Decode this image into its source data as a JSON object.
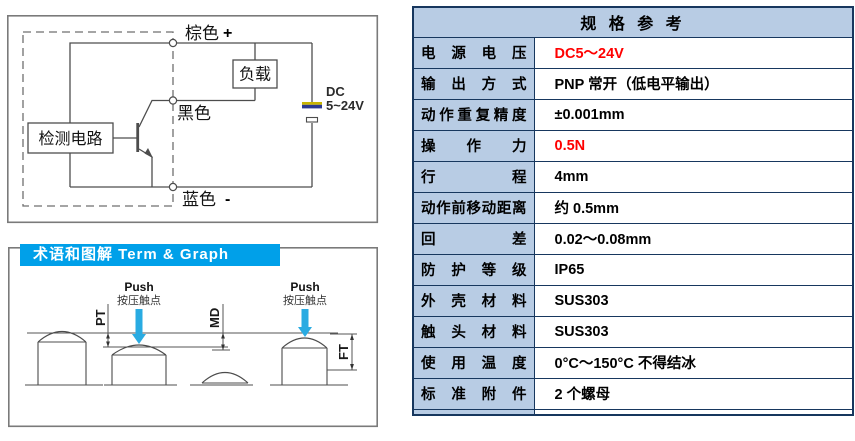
{
  "colors": {
    "accent_red": "#ff0000",
    "header_blue": "#b8cce4",
    "border_navy": "#17375e",
    "banner_cyan": "#00a0e9",
    "push_arrow_cyan": "#29abe2",
    "line_gray": "#4d4d4d",
    "frame_gray": "#7a7a7a",
    "battery_yellow": "#c8b400",
    "battery_blue": "#2b3990"
  },
  "wiring_diagram": {
    "brown_wire_label": "棕色",
    "brown_wire_sign": "+",
    "black_wire_label": "黑色",
    "blue_wire_label": "蓝色",
    "blue_wire_sign": "-",
    "load_label": "负载",
    "detector_label": "检测电路",
    "supply_label_line1": "DC",
    "supply_label_line2": "5~24V"
  },
  "term_graph": {
    "banner_title": "术语和图解 Term & Graph",
    "push_label_en": "Push",
    "push_label_zh": "按压触点",
    "dim_pt": "PT",
    "dim_md": "MD",
    "dim_ft": "FT"
  },
  "spec_table": {
    "title": "规 格 参 考",
    "rows": [
      {
        "label": "电源电压",
        "value": "DC5～24V",
        "highlight": true
      },
      {
        "label": "输出方式",
        "value": "PNP 常开（低电平输出）",
        "highlight": false
      },
      {
        "label": "动作重复精度",
        "value": "±0.001mm",
        "highlight": false
      },
      {
        "label": "操作力",
        "value": "0.5N",
        "highlight": true
      },
      {
        "label": "行程",
        "value": "4mm",
        "highlight": false
      },
      {
        "label": "动作前移动距离",
        "value": "约 0.5mm",
        "highlight": false
      },
      {
        "label": "回差",
        "value": "0.02～0.08mm",
        "highlight": false
      },
      {
        "label": "防护等级",
        "value": "IP65",
        "highlight": false
      },
      {
        "label": "外壳材料",
        "value": "SUS303",
        "highlight": false
      },
      {
        "label": "触头材料",
        "value": "SUS303",
        "highlight": false
      },
      {
        "label": "使用温度",
        "value": "0°C～150°C  不得结冰",
        "highlight": false
      },
      {
        "label": "标准附件",
        "value": "2 个螺母",
        "highlight": false
      }
    ]
  }
}
